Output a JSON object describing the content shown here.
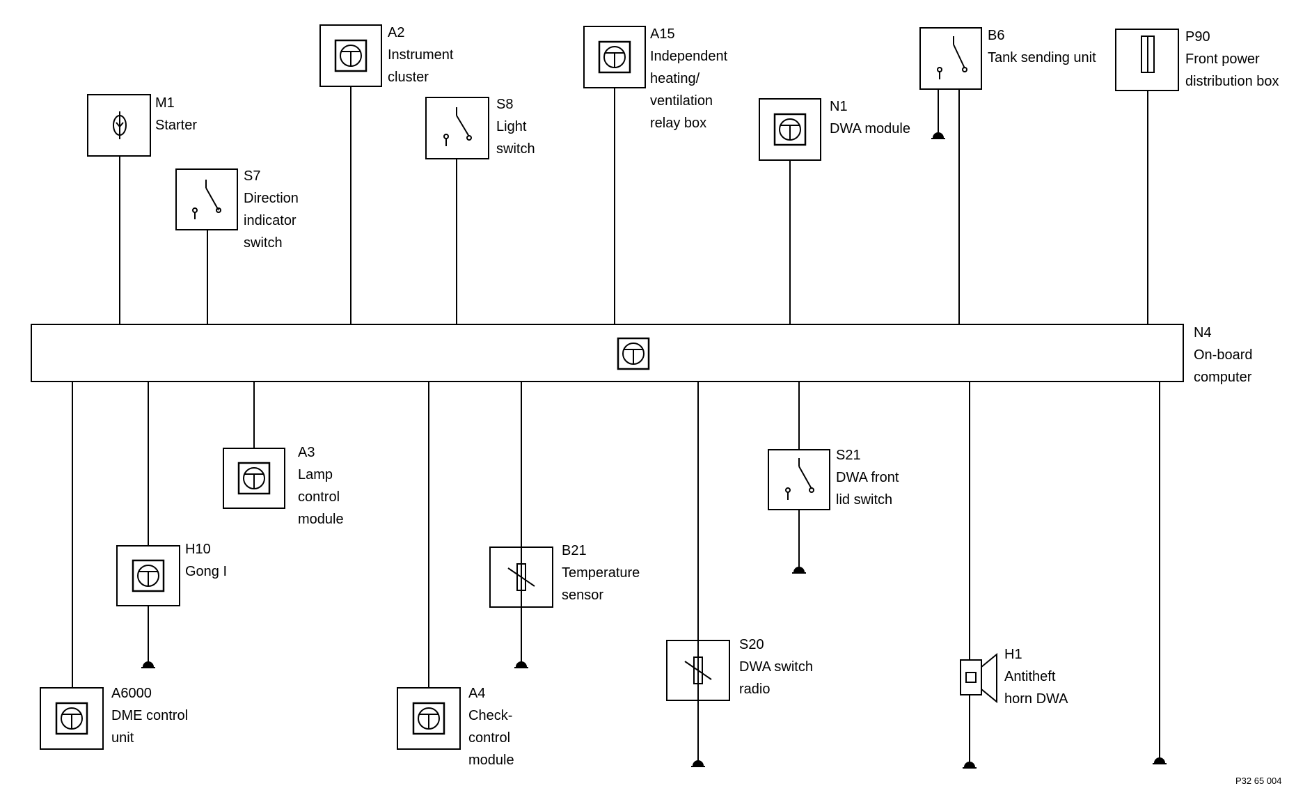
{
  "reference_code": "P32 65 004",
  "bus": {
    "code": "N4",
    "name_lines": [
      "On-board",
      "computer"
    ]
  },
  "components": [
    {
      "id": "M1",
      "symbol": "motor",
      "code": "M1",
      "name_lines": [
        "Starter"
      ]
    },
    {
      "id": "S7",
      "symbol": "switch",
      "code": "S7",
      "name_lines": [
        "Direction",
        "indicator",
        "switch"
      ]
    },
    {
      "id": "A2",
      "symbol": "module",
      "code": "A2",
      "name_lines": [
        "Instrument",
        "cluster"
      ]
    },
    {
      "id": "S8",
      "symbol": "switch",
      "code": "S8",
      "name_lines": [
        "Light",
        "switch"
      ]
    },
    {
      "id": "A15",
      "symbol": "module",
      "code": "A15",
      "name_lines": [
        "Independent",
        "heating/",
        "ventilation",
        "relay box"
      ]
    },
    {
      "id": "N1",
      "symbol": "module",
      "code": "N1",
      "name_lines": [
        "DWA module"
      ]
    },
    {
      "id": "B6",
      "symbol": "switch",
      "code": "B6",
      "name_lines": [
        "Tank sending unit"
      ]
    },
    {
      "id": "P90",
      "symbol": "fuse",
      "code": "P90",
      "name_lines": [
        "Front power",
        "distribution box"
      ]
    },
    {
      "id": "A6000",
      "symbol": "module",
      "code": "A6000",
      "name_lines": [
        "DME control",
        "unit"
      ]
    },
    {
      "id": "H10",
      "symbol": "module",
      "code": "H10",
      "name_lines": [
        "Gong I"
      ]
    },
    {
      "id": "A3",
      "symbol": "module",
      "code": "A3",
      "name_lines": [
        "Lamp",
        "control",
        "module"
      ]
    },
    {
      "id": "A4",
      "symbol": "module",
      "code": "A4",
      "name_lines": [
        "Check-",
        "control",
        "module"
      ]
    },
    {
      "id": "B21",
      "symbol": "resistor",
      "code": "B21",
      "name_lines": [
        "Temperature",
        "sensor"
      ]
    },
    {
      "id": "S20",
      "symbol": "resistor",
      "code": "S20",
      "name_lines": [
        "DWA switch",
        "radio"
      ]
    },
    {
      "id": "S21",
      "symbol": "switch",
      "code": "S21",
      "name_lines": [
        "DWA front",
        "lid switch"
      ]
    },
    {
      "id": "H1",
      "symbol": "horn",
      "code": "H1",
      "name_lines": [
        "Antitheft",
        "horn DWA"
      ]
    }
  ]
}
